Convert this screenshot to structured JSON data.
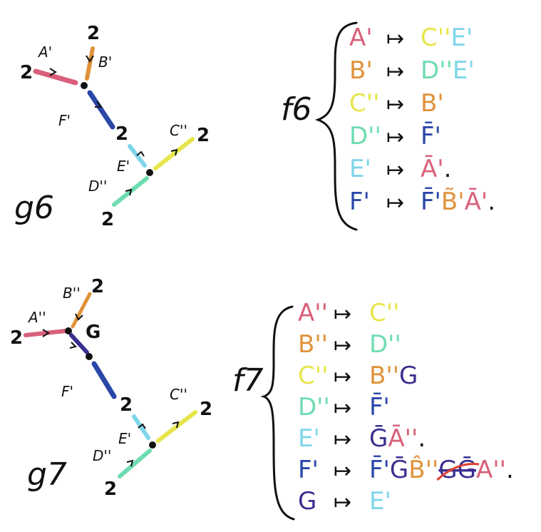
{
  "colors": {
    "A": "#d9607a",
    "B": "#e0923a",
    "C": "#e6e64a",
    "D": "#6fdcb0",
    "E": "#7fd6ea",
    "F": "#2a47a8",
    "G": "#3a2f8f",
    "cross": "#e0412f",
    "ink": "#111111"
  },
  "graph6": {
    "name": "g6",
    "edge_labels": {
      "A": "A'",
      "B": "B'",
      "C": "C''",
      "D": "D''",
      "E": "E'",
      "F": "F'"
    },
    "numbers": [
      "2",
      "2",
      "2",
      "2",
      "2"
    ]
  },
  "graph7": {
    "name": "g7",
    "edge_labels": {
      "A": "A''",
      "B": "B''",
      "C": "C''",
      "D": "D''",
      "E": "E'",
      "F": "F'",
      "G": "G"
    },
    "numbers": [
      "2",
      "2",
      "2",
      "2",
      "2"
    ]
  },
  "map6": {
    "name": "f6",
    "arrow": "↦",
    "rows": [
      {
        "src": "A'",
        "src_color": "A",
        "img": [
          {
            "t": "C''",
            "c": "C"
          },
          {
            "t": "E'",
            "c": "E"
          }
        ]
      },
      {
        "src": "B'",
        "src_color": "B",
        "img": [
          {
            "t": "D''",
            "c": "D"
          },
          {
            "t": "E'",
            "c": "E"
          }
        ]
      },
      {
        "src": "C''",
        "src_color": "C",
        "img": [
          {
            "t": "B'",
            "c": "B"
          }
        ]
      },
      {
        "src": "D''",
        "src_color": "D",
        "img": [
          {
            "t": "F̄'",
            "c": "F"
          }
        ]
      },
      {
        "src": "E'",
        "src_color": "E",
        "img": [
          {
            "t": "Ā'",
            "c": "A"
          },
          {
            "t": ".",
            "c": "ink"
          }
        ]
      },
      {
        "src": "F'",
        "src_color": "F",
        "img": [
          {
            "t": "F̄'",
            "c": "F"
          },
          {
            "t": "B̃'",
            "c": "B"
          },
          {
            "t": "Ā'",
            "c": "A"
          },
          {
            "t": ".",
            "c": "ink"
          }
        ]
      }
    ]
  },
  "map7": {
    "name": "f7",
    "arrow": "↦",
    "rows": [
      {
        "src": "A''",
        "src_color": "A",
        "img": [
          {
            "t": "C''",
            "c": "C"
          }
        ]
      },
      {
        "src": "B''",
        "src_color": "B",
        "img": [
          {
            "t": "D''",
            "c": "D"
          }
        ]
      },
      {
        "src": "C''",
        "src_color": "C",
        "img": [
          {
            "t": "B''",
            "c": "B"
          },
          {
            "t": "G",
            "c": "G"
          }
        ]
      },
      {
        "src": "D''",
        "src_color": "D",
        "img": [
          {
            "t": "F̄'",
            "c": "F"
          }
        ]
      },
      {
        "src": "E'",
        "src_color": "E",
        "img": [
          {
            "t": "Ḡ",
            "c": "G"
          },
          {
            "t": "Ā''",
            "c": "A"
          },
          {
            "t": ".",
            "c": "ink"
          }
        ]
      },
      {
        "src": "F'",
        "src_color": "F",
        "img": [
          {
            "t": "F̄'",
            "c": "F"
          },
          {
            "t": "Ḡ",
            "c": "G"
          },
          {
            "t": "B̂''",
            "c": "B"
          },
          {
            "t": "GḠ",
            "c": "G",
            "struck": true
          },
          {
            "t": "A''",
            "c": "A"
          },
          {
            "t": ".",
            "c": "ink"
          }
        ]
      },
      {
        "src": "G",
        "src_color": "G",
        "img": [
          {
            "t": "E'",
            "c": "E"
          }
        ]
      }
    ]
  }
}
